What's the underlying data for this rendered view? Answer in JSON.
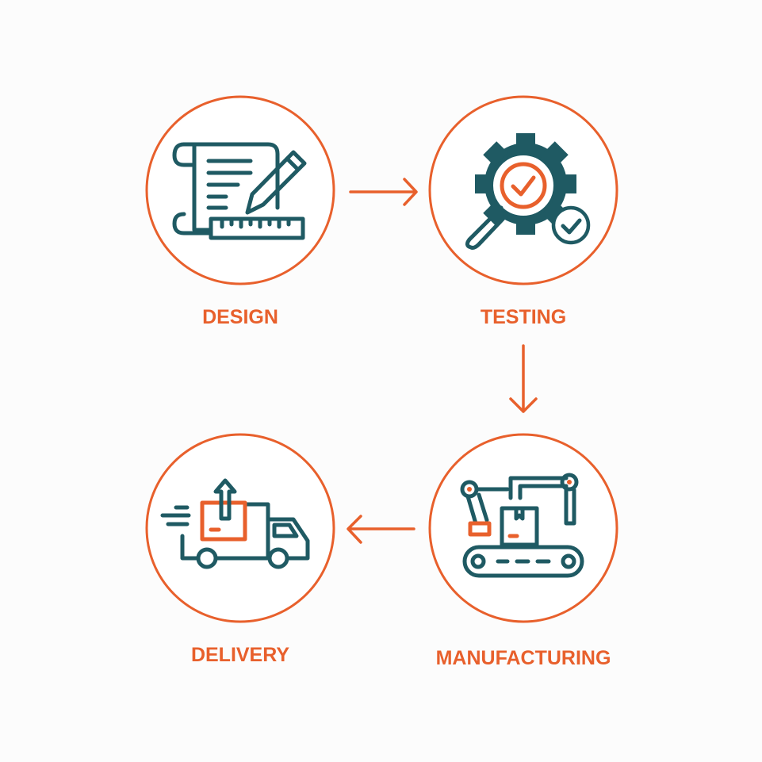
{
  "colors": {
    "accent": "#e8602c",
    "icon": "#1f5a63",
    "background": "#fcfcfc"
  },
  "steps": [
    {
      "label": "DESIGN",
      "icon": "blueprint-pencil-ruler-icon"
    },
    {
      "label": "TESTING",
      "icon": "gear-magnifier-check-icon"
    },
    {
      "label": "MANUFACTURING",
      "icon": "robot-arm-conveyor-icon"
    },
    {
      "label": "DELIVERY",
      "icon": "delivery-truck-icon"
    }
  ],
  "flow": [
    "DESIGN",
    "TESTING",
    "MANUFACTURING",
    "DELIVERY"
  ]
}
